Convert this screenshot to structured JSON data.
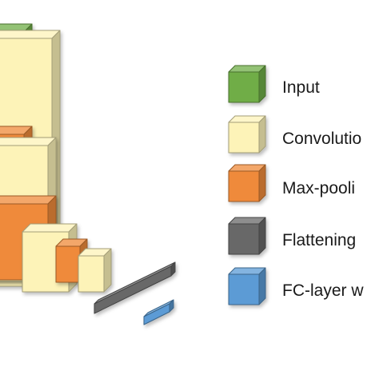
{
  "legend": {
    "items": [
      {
        "key": "input",
        "label": "Input",
        "icon": "green-block-icon",
        "color": "#6fad47"
      },
      {
        "key": "convolution",
        "label": "Convolutio",
        "icon": "yellow-block-icon",
        "color": "#fdf3b8"
      },
      {
        "key": "max_pooling",
        "label": "Max-pooli",
        "icon": "orange-block-icon",
        "color": "#ef8a3a"
      },
      {
        "key": "flattening",
        "label": "Flattening",
        "icon": "gray-block-icon",
        "color": "#686868"
      },
      {
        "key": "fc_layer",
        "label": "FC-layer w",
        "icon": "blue-block-icon",
        "color": "#5b9bd5"
      }
    ]
  }
}
